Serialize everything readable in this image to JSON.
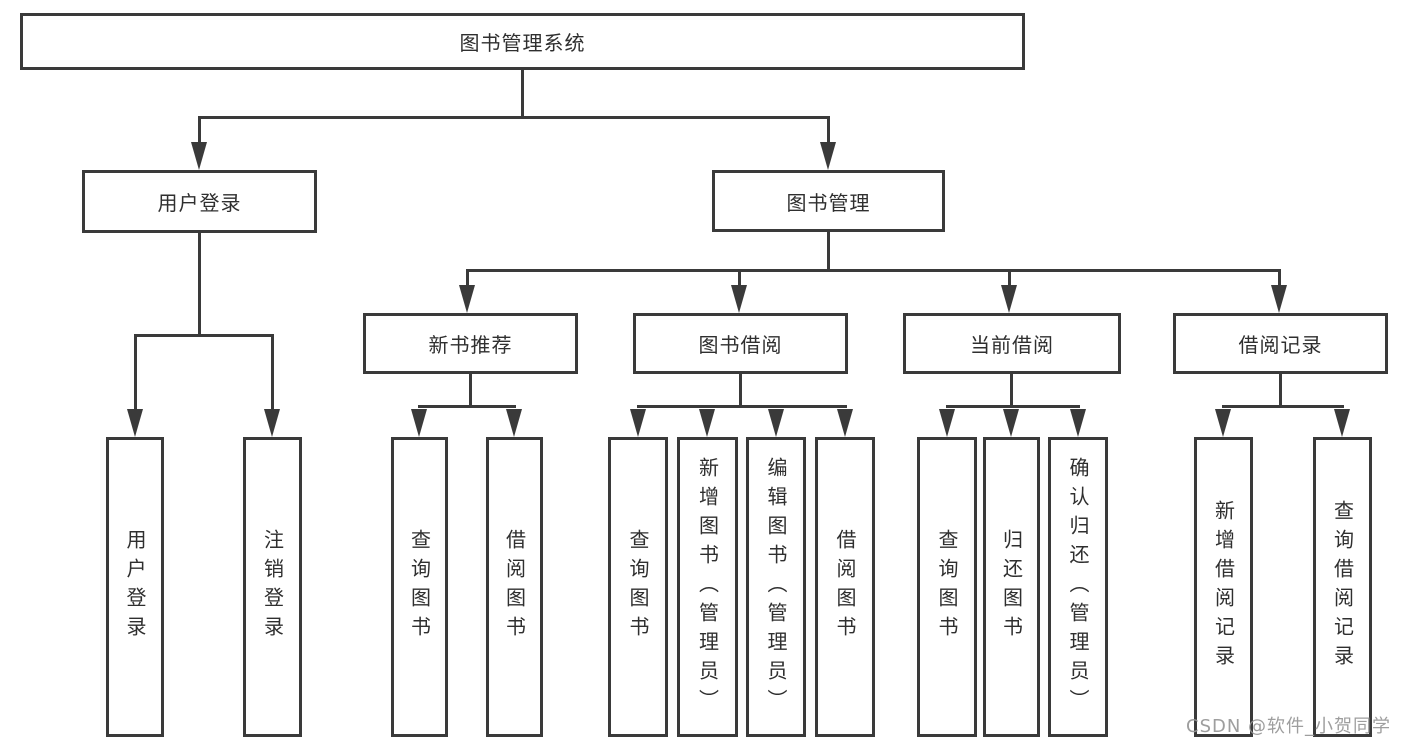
{
  "tree": {
    "root": {
      "label": "图书管理系统",
      "children": [
        {
          "label": "用户登录",
          "children": [
            {
              "label": "用户登录"
            },
            {
              "label": "注销登录"
            }
          ]
        },
        {
          "label": "图书管理",
          "children": [
            {
              "label": "新书推荐",
              "children": [
                {
                  "label": "查询图书"
                },
                {
                  "label": "借阅图书"
                }
              ]
            },
            {
              "label": "图书借阅",
              "children": [
                {
                  "label": "查询图书"
                },
                {
                  "label": "新增图书（管理员）"
                },
                {
                  "label": "编辑图书（管理员）"
                },
                {
                  "label": "借阅图书"
                }
              ]
            },
            {
              "label": "当前借阅",
              "children": [
                {
                  "label": "查询图书"
                },
                {
                  "label": "归还图书"
                },
                {
                  "label": "确认归还（管理员）"
                }
              ]
            },
            {
              "label": "借阅记录",
              "children": [
                {
                  "label": "新增借阅记录"
                },
                {
                  "label": "查询借阅记录"
                }
              ]
            }
          ]
        }
      ]
    }
  },
  "watermark": {
    "text": "CSDN @软件_小贺同学"
  },
  "colors": {
    "line": "#3a3a3a",
    "text": "#2f2f2f",
    "watermark": "#969696",
    "background": "#ffffff"
  }
}
